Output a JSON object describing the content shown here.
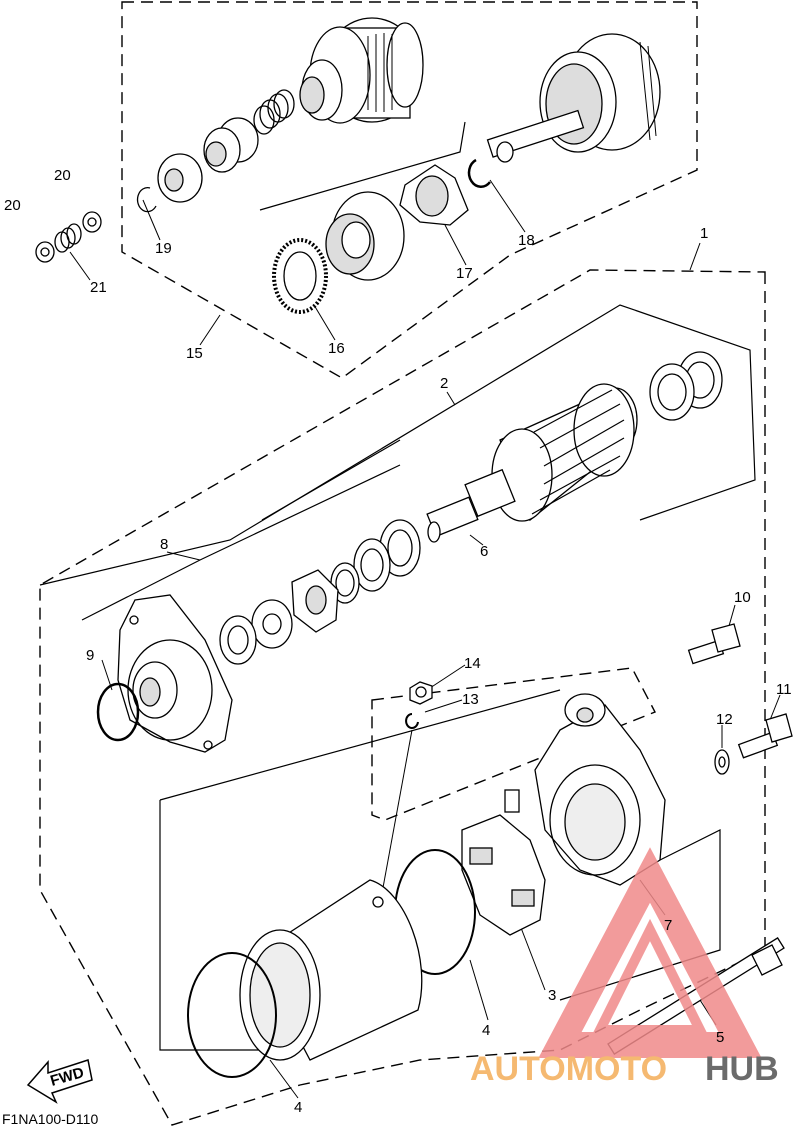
{
  "diagram": {
    "callouts": [
      "1",
      "2",
      "3",
      "4",
      "4",
      "5",
      "6",
      "7",
      "8",
      "9",
      "10",
      "11",
      "12",
      "13",
      "14",
      "15",
      "16",
      "17",
      "18",
      "19",
      "20",
      "20",
      "21"
    ],
    "fwd_label": "FWD",
    "drawing_code": "F1NA100-D110"
  },
  "watermark": {
    "word_a": "AUTOMOTO",
    "word_b": "HUB",
    "colors": {
      "triangle": "#f08a8a",
      "auto": "#f5b971",
      "hub": "#6b6b6b"
    }
  }
}
